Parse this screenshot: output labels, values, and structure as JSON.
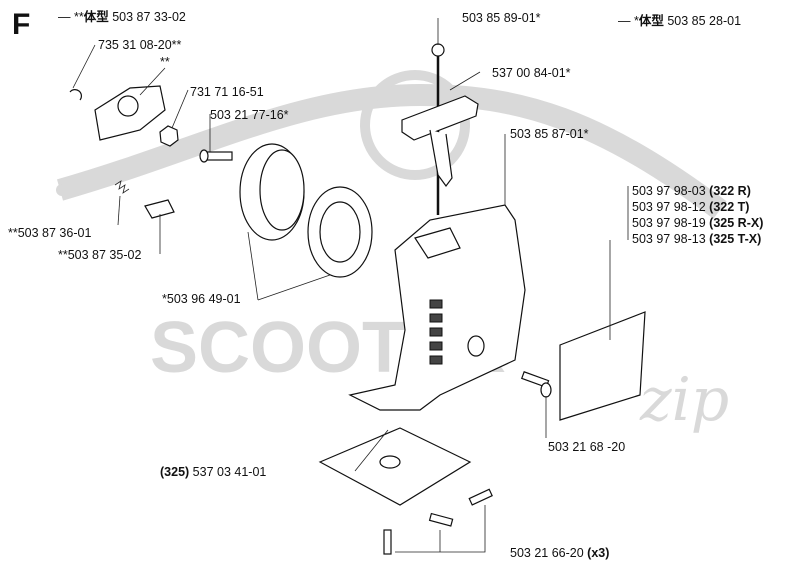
{
  "section_letter": "F",
  "watermark": {
    "brand": "SCOOTER",
    "script": "zip"
  },
  "headers": {
    "left": {
      "marker": "— **",
      "variant": "体型",
      "number": "503 87 33-02"
    },
    "right": {
      "marker": "— *",
      "variant": "体型",
      "number": "503 85 28-01"
    }
  },
  "labels": {
    "l1": "735 31 08-20**",
    "l2": "**",
    "l3": "731 71 16-51",
    "l4": "503 21 77-16*",
    "l5": "503 85 89-01*",
    "l6": "537 00 84-01*",
    "l7": "503 85 87-01*",
    "l8": "**503 87 36-01",
    "l9": "**503 87 35-02",
    "l10": "*503 96 49-01",
    "l11": "503 21 68 -20"
  },
  "variants": [
    {
      "number": "503 97 98-03",
      "model": "(322 R)"
    },
    {
      "number": "503 97 98-12",
      "model": "(322 T)"
    },
    {
      "number": "503 97 98-19",
      "model": "(325 R-X)"
    },
    {
      "number": "503 97 98-13",
      "model": "(325 T-X)"
    }
  ],
  "plate": {
    "model": "(325)",
    "number": "537 03 41-01"
  },
  "screws": {
    "number": "503 21 66-20",
    "qty": "(x3)"
  },
  "colors": {
    "ink": "#111111",
    "watermark": "#d9d9d9"
  }
}
